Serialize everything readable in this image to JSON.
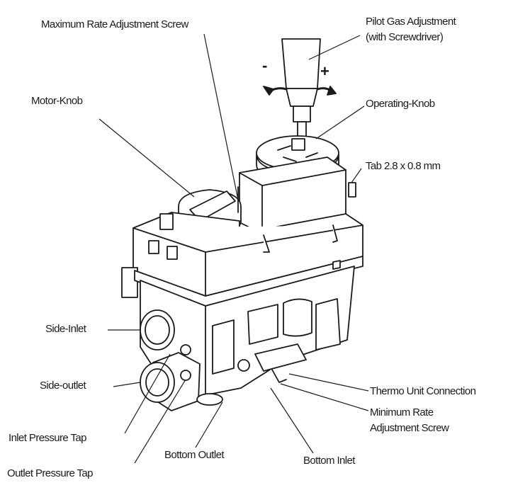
{
  "labels": {
    "max_rate_screw": "Maximum Rate Adjustment Screw",
    "pilot_gas_line1": "Pilot Gas Adjustment",
    "pilot_gas_line2": "(with Screwdriver)",
    "motor_knob": "Motor-Knob",
    "operating_knob": "Operating-Knob",
    "tab": "Tab 2.8 x 0.8 mm",
    "side_inlet": "Side-Inlet",
    "side_outlet": "Side-outlet",
    "thermo_unit": "Thermo Unit Connection",
    "min_rate_line1": "Minimum Rate",
    "min_rate_line2": "Adjustment Screw",
    "inlet_pressure_tap": "Inlet Pressure Tap",
    "bottom_outlet": "Bottom Outlet",
    "bottom_inlet": "Bottom Inlet",
    "outlet_pressure_tap": "Outlet Pressure Tap",
    "minus_sign": "-",
    "plus_sign": "+"
  },
  "colors": {
    "line": "#1a1a1a",
    "background": "#ffffff"
  }
}
